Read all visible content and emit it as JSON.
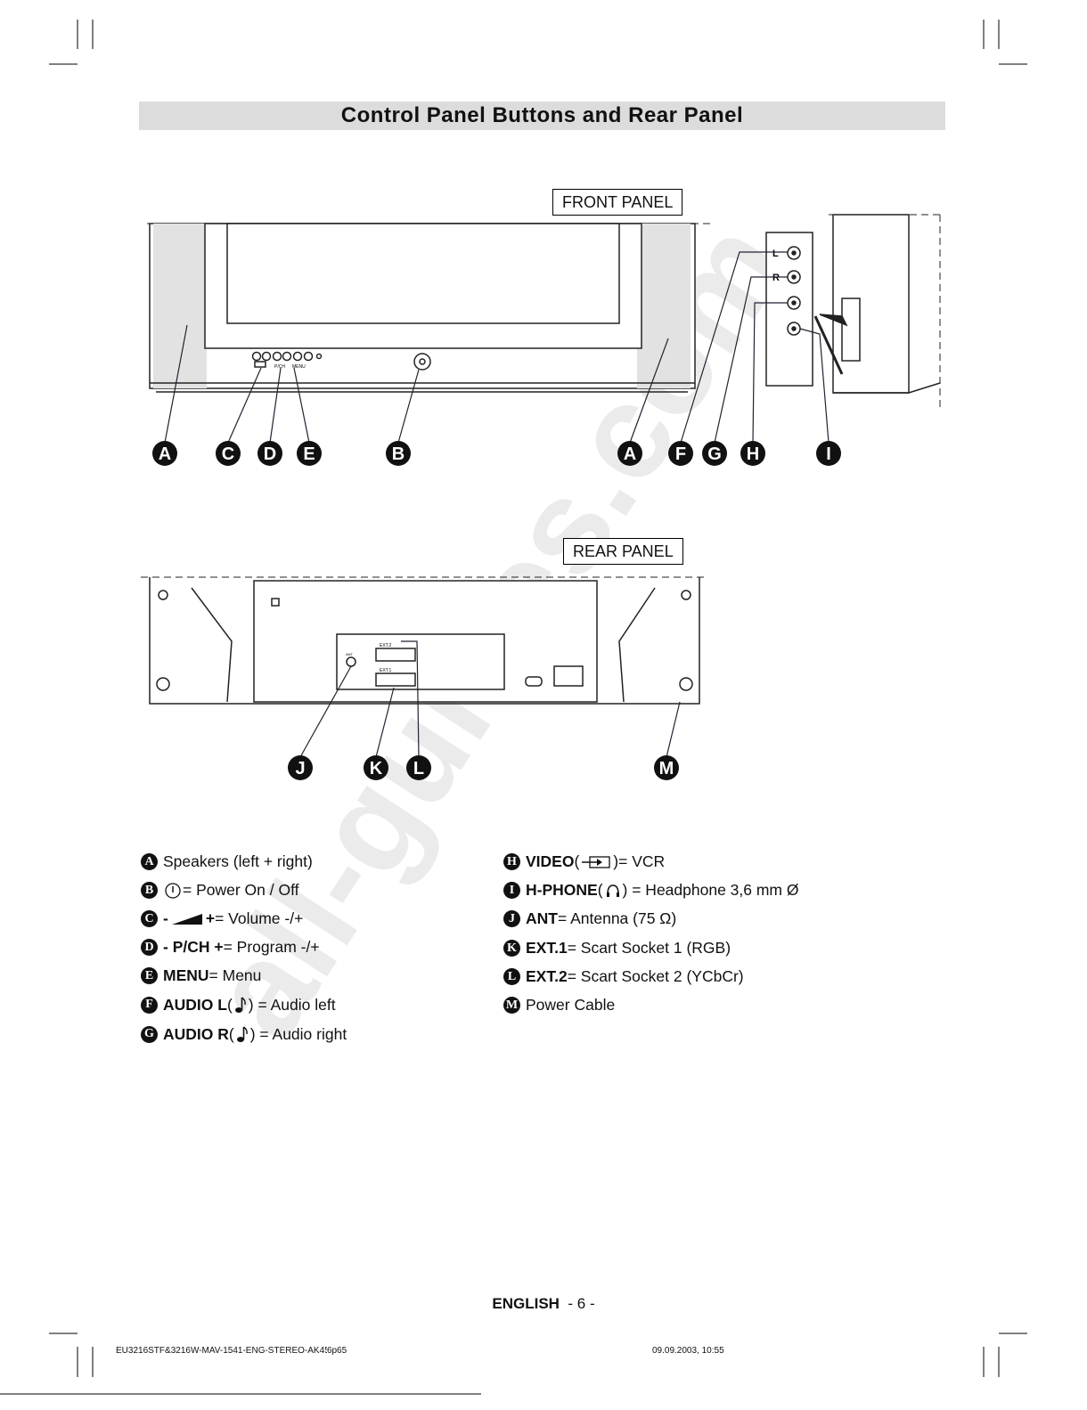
{
  "header": {
    "title": "Control Panel Buttons and Rear Panel"
  },
  "front_panel": {
    "label": "FRONT PANEL",
    "callouts": [
      "A",
      "C",
      "D",
      "E",
      "B",
      "A",
      "F",
      "G",
      "H",
      "I"
    ],
    "jack_labels": [
      "L",
      "R"
    ],
    "button_labels": [
      "P/CH",
      "MENU"
    ]
  },
  "rear_panel": {
    "label": "REAR PANEL",
    "callouts": [
      "J",
      "K",
      "L",
      "M"
    ],
    "socket_labels": [
      "EXT.2",
      "EXT.1",
      "ANT"
    ]
  },
  "legend": {
    "left": [
      {
        "badge": "A",
        "bold": "",
        "text": "Speakers (left + right)"
      },
      {
        "badge": "B",
        "bold": "",
        "text": " = Power On / Off",
        "icon": "power-icon"
      },
      {
        "badge": "C",
        "bold": "- ",
        "bold2": " +",
        "text": " = Volume -/+",
        "icon": "volume-wedge-icon"
      },
      {
        "badge": "D",
        "bold": "- P/CH +",
        "text": " = Program -/+"
      },
      {
        "badge": "E",
        "bold": "MENU",
        "text": " = Menu"
      },
      {
        "badge": "F",
        "bold": "AUDIO L",
        "text": ") = Audio left",
        "pre": " (",
        "icon": "music-note-icon"
      },
      {
        "badge": "G",
        "bold": "AUDIO R",
        "text": ") = Audio right",
        "pre": " (",
        "icon": "music-note-icon"
      }
    ],
    "right": [
      {
        "badge": "H",
        "bold": "VIDEO",
        "pre": " (",
        "text": ")= VCR",
        "icon": "video-input-icon"
      },
      {
        "badge": "I",
        "bold": "H-PHONE",
        "pre": " (",
        "text": ") = Headphone 3,6 mm Ø",
        "icon": "headphone-icon"
      },
      {
        "badge": "J",
        "bold": "ANT",
        "text": " = Antenna (75 Ω)"
      },
      {
        "badge": "K",
        "bold": "EXT.1",
        "text": " = Scart Socket 1 (RGB)"
      },
      {
        "badge": "L",
        "bold": "EXT.2",
        "text": " = Scart Socket 2 (YCbCr)"
      },
      {
        "badge": "M",
        "bold": "",
        "text": "Power Cable"
      }
    ]
  },
  "footer": {
    "language": "ENGLISH",
    "page": "  - 6 -",
    "file": "EU3216STF&3216W-MAV-1541-ENG-STEREO-AK45.p65",
    "page_num": "6",
    "date": "09.09.2003, 10:55"
  },
  "watermark": "all-guides.com"
}
